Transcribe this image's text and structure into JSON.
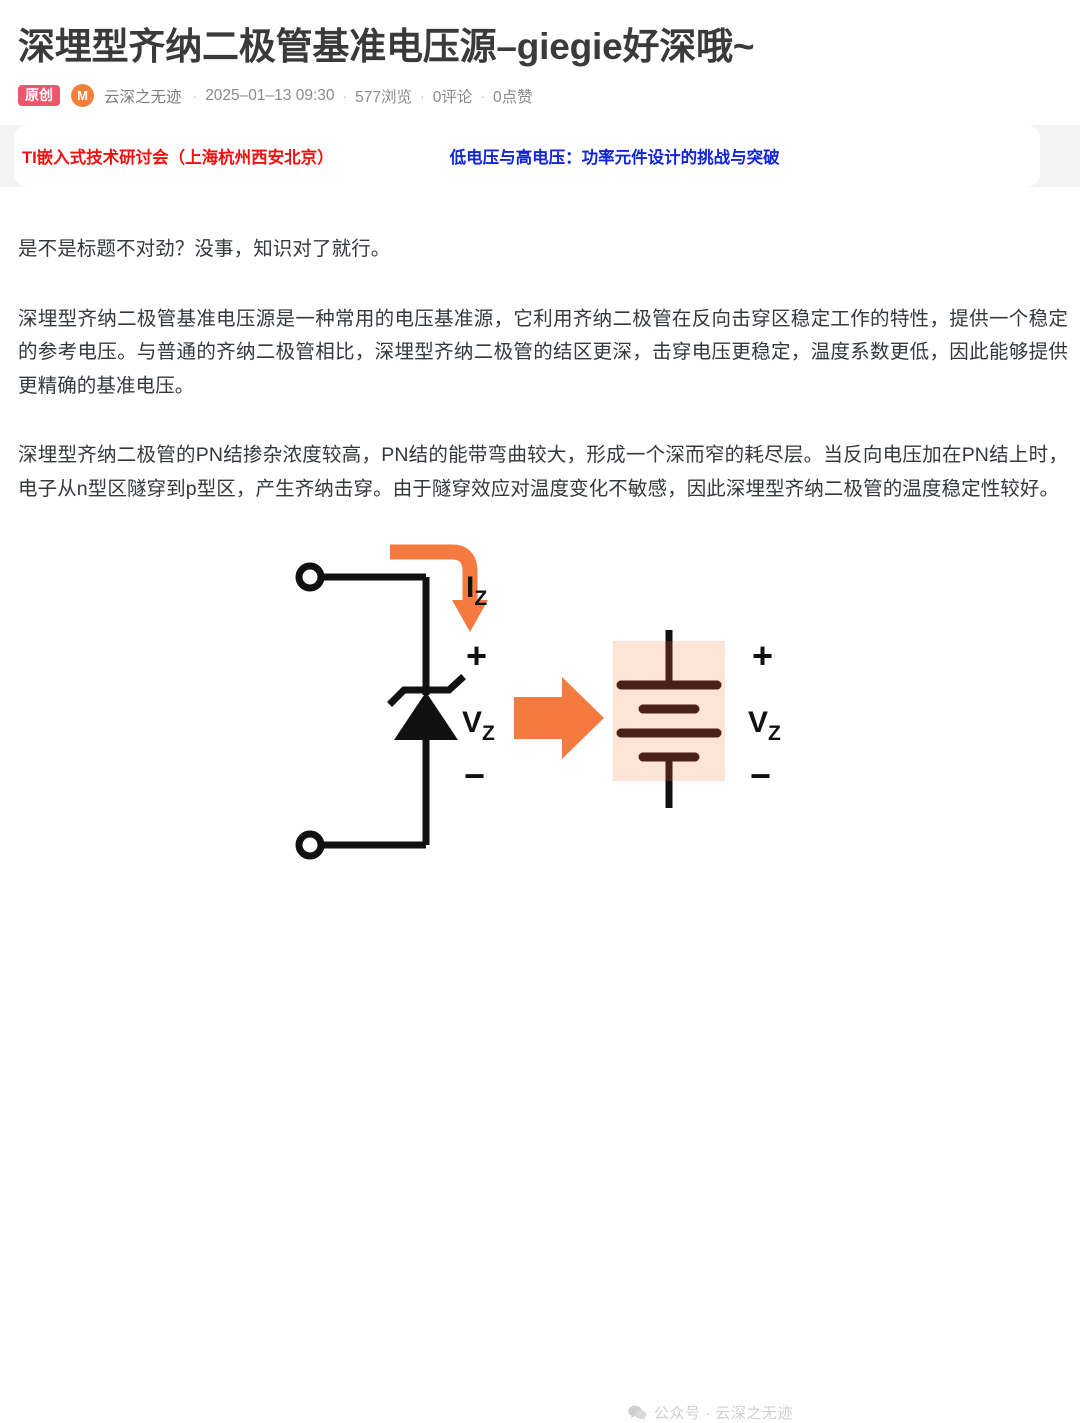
{
  "article": {
    "title": "深埋型齐纳二极管基准电压源–giegie好深哦~",
    "badge": "原创",
    "avatar_letter": "M",
    "author": "云深之无迹",
    "date": "2025–01–13 09:30",
    "views": "577浏览",
    "comments": "0评论",
    "likes": "0点赞",
    "separator": "·"
  },
  "ads": {
    "link1": "TI嵌入式技术研讨会（上海杭州西安北京）",
    "link1_color": "#f40f0f",
    "link2": "低电压与高电压：功率元件设计的挑战与突破",
    "link2_color": "#1226d8"
  },
  "body": {
    "paragraphs": [
      "是不是标题不对劲？没事，知识对了就行。",
      "深埋型齐纳二极管基准电压源是一种常用的电压基准源，它利用齐纳二极管在反向击穿区稳定工作的特性，提供一个稳定的参考电压。与普通的齐纳二极管相比，深埋型齐纳二极管的结区更深，击穿电压更稳定，温度系数更低，因此能够提供更精确的基准电压。",
      "深埋型齐纳二极管的PN结掺杂浓度较高，PN结的能带弯曲较大，形成一个深而窄的耗尽层。当反向电压加在PN结上时，电子从n型区隧穿到p型区，产生齐纳击穿。由于隧穿效应对温度变化不敏感，因此深埋型齐纳二极管的温度稳定性较好。"
    ]
  },
  "figure": {
    "current_label": "I",
    "current_sub": "Z",
    "voltage_label": "V",
    "voltage_sub": "Z",
    "plus_sign": "+",
    "minus_sign": "−",
    "equiv_voltage_label": "V",
    "equiv_voltage_sub": "Z",
    "equiv_plus_sign": "+",
    "equiv_minus_sign": "−",
    "accent_color": "#f47a3f",
    "highlight_color": "#fce4d6",
    "battery_color": "#4a2118",
    "wire_color": "#111111"
  },
  "watermark": {
    "icon": "wechat-icon",
    "text": "公众号 · 云深之无迹"
  }
}
